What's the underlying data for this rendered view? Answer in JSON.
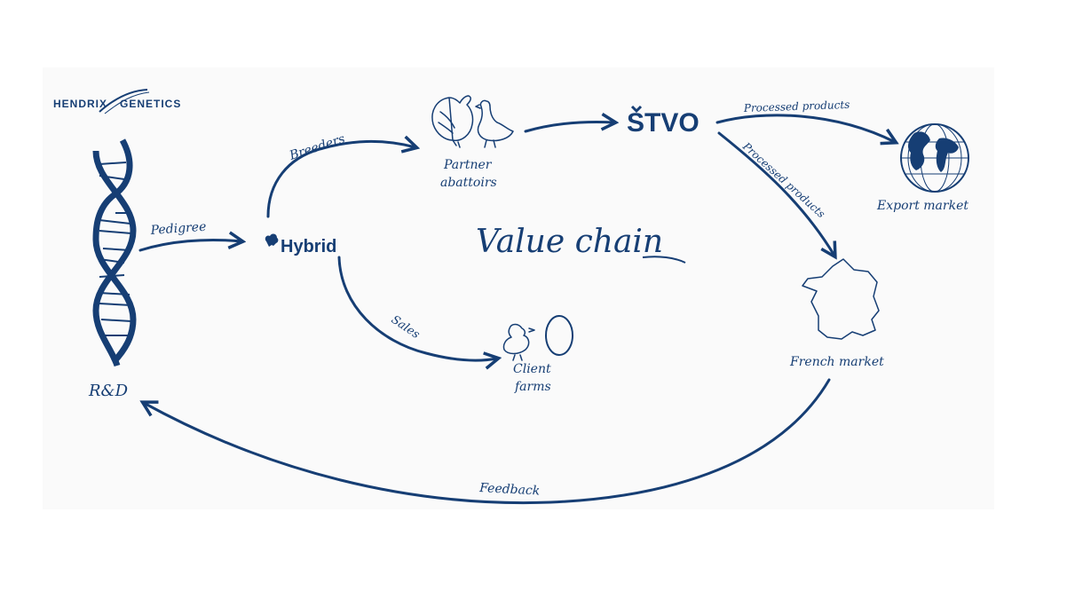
{
  "title": "Value chain",
  "logo": {
    "left": "HENDRIX",
    "right": "GENETICS"
  },
  "nodes": {
    "rd": "R&D",
    "hybrid": "Hybrid",
    "partner_line1": "Partner",
    "partner_line2": "abattoirs",
    "stvo": "STVO",
    "export": "Export market",
    "french": "French market",
    "client_line1": "Client",
    "client_line2": "farms"
  },
  "edges": {
    "pedigree": "Pedigree",
    "breeders": "Breeders",
    "processed_export": "Processed products",
    "processed_french": "Processed products",
    "sales": "Sales",
    "feedback": "Feedback"
  },
  "colors": {
    "primary": "#163e74",
    "panel": "#fafafa"
  },
  "icons": [
    "dna-icon",
    "turkey-icon",
    "chicken-icon",
    "globe-icon",
    "france-map-icon",
    "chick-icon",
    "egg-icon"
  ]
}
